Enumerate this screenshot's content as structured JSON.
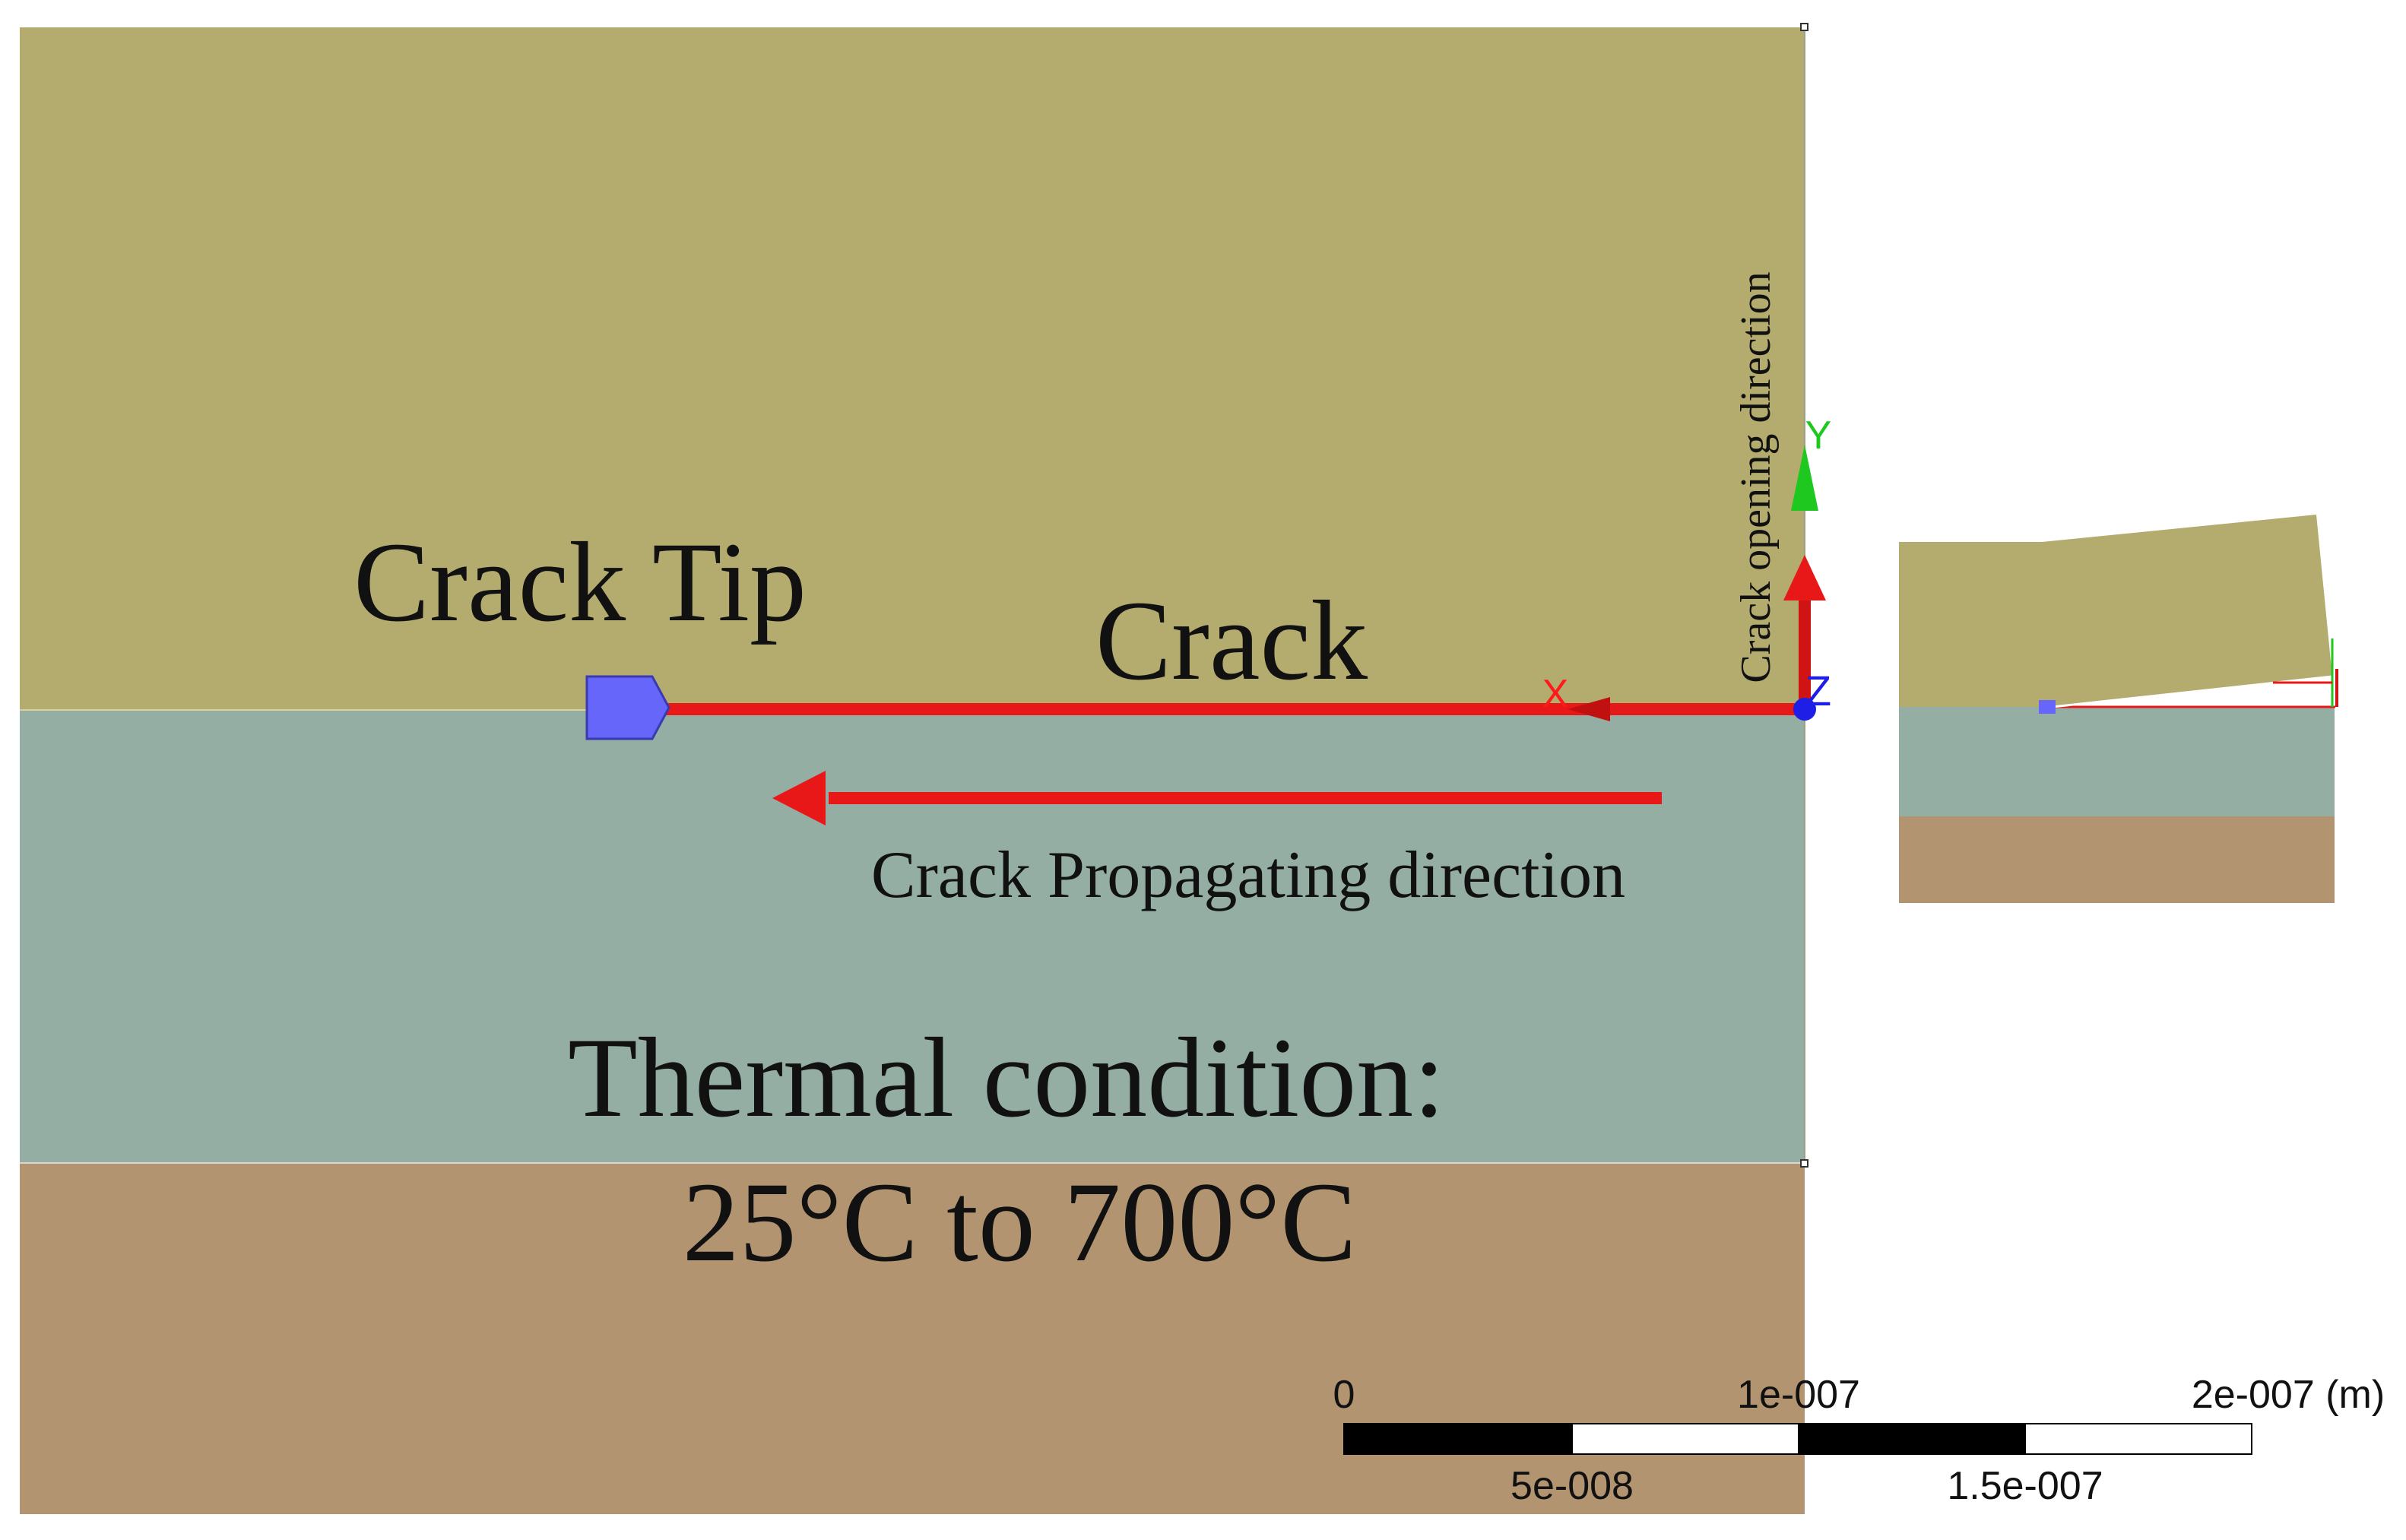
{
  "colors": {
    "top_layer": "#b4ac6e",
    "middle_layer": "#94aea4",
    "bottom_layer": "#b39470",
    "crack": "#e81818",
    "crack_tip_marker": "#6666fa",
    "axis_x": "#ff1a1a",
    "axis_y": "#1ec81e",
    "axis_z": "#1e1ee6",
    "text": "#111111"
  },
  "labels": {
    "crack_tip": "Crack Tip",
    "crack": "Crack",
    "propagating_direction": "Crack Propagating direction",
    "opening_direction": "Crack opening direction",
    "thermal_line1": "Thermal condition:",
    "thermal_line2": "25°C to 700°C"
  },
  "axes": {
    "x": "X",
    "y": "Y",
    "z": "Z"
  },
  "scale_bar": {
    "top_labels": [
      "0",
      "1e-007",
      "2e-007 (m)"
    ],
    "bottom_labels": [
      "5e-008",
      "1.5e-007"
    ]
  }
}
